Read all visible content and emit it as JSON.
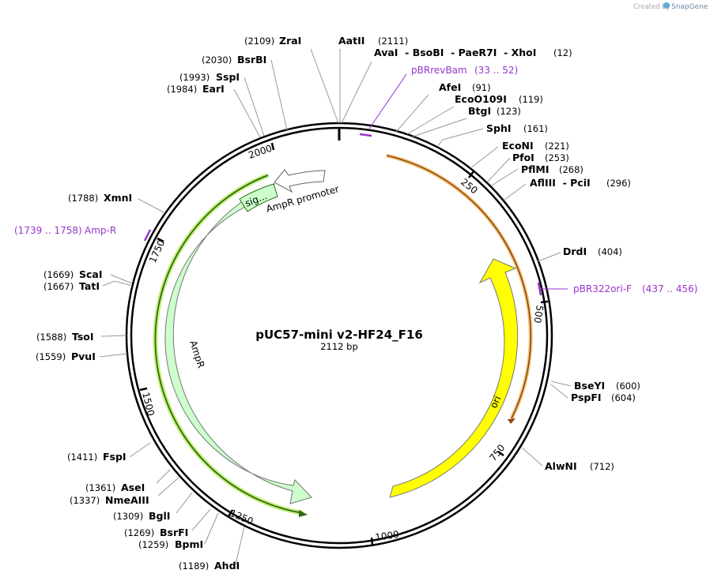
{
  "watermark": {
    "text": "Created by",
    "brand": "SnapGene"
  },
  "plasmid": {
    "name": "pUC57-mini v2-HF24_F16",
    "length_label": "2112 bp"
  },
  "ticks": [
    "250",
    "500",
    "750",
    "1000",
    "1250",
    "1500",
    "1750",
    "2000"
  ],
  "sites": [
    {
      "id": "zrai",
      "name": "ZraI",
      "pos": "(2109)"
    },
    {
      "id": "aatii",
      "name": "AatII",
      "pos": "(2111)"
    },
    {
      "id": "ava",
      "name": "AvaI  - BsoBI  - PaeR7I  - XhoI",
      "pos": "(12)"
    },
    {
      "id": "afei",
      "name": "AfeI",
      "pos": "(91)"
    },
    {
      "id": "eco109",
      "name": "EcoO109I",
      "pos": "(119)"
    },
    {
      "id": "btgi",
      "name": "BtgI",
      "pos": "(123)"
    },
    {
      "id": "sphi",
      "name": "SphI",
      "pos": "(161)"
    },
    {
      "id": "econi",
      "name": "EcoNI",
      "pos": "(221)"
    },
    {
      "id": "pfoi",
      "name": "PfoI",
      "pos": "(253)"
    },
    {
      "id": "pflmi",
      "name": "PflMI",
      "pos": "(268)"
    },
    {
      "id": "afliii",
      "name": "AflIII  - PciI",
      "pos": "(296)"
    },
    {
      "id": "drdi",
      "name": "DrdI",
      "pos": "(404)"
    },
    {
      "id": "bseyi",
      "name": "BseYI",
      "pos": "(600)"
    },
    {
      "id": "pspfi",
      "name": "PspFI",
      "pos": "(604)"
    },
    {
      "id": "alwni",
      "name": "AlwNI",
      "pos": "(712)"
    },
    {
      "id": "bsrbi",
      "name": "BsrBI",
      "pos": "(2030)"
    },
    {
      "id": "sspi",
      "name": "SspI",
      "pos": "(1993)"
    },
    {
      "id": "eari",
      "name": "EarI",
      "pos": "(1984)"
    },
    {
      "id": "xmni",
      "name": "XmnI",
      "pos": "(1788)"
    },
    {
      "id": "scai",
      "name": "ScaI",
      "pos": "(1669)"
    },
    {
      "id": "tati",
      "name": "TatI",
      "pos": "(1667)"
    },
    {
      "id": "tsoi",
      "name": "TsoI",
      "pos": "(1588)"
    },
    {
      "id": "pvui",
      "name": "PvuI",
      "pos": "(1559)"
    },
    {
      "id": "fspi",
      "name": "FspI",
      "pos": "(1411)"
    },
    {
      "id": "asei",
      "name": "AseI",
      "pos": "(1361)"
    },
    {
      "id": "nmeaiii",
      "name": "NmeAIII",
      "pos": "(1337)"
    },
    {
      "id": "bgli",
      "name": "BglI",
      "pos": "(1309)"
    },
    {
      "id": "bsrfi",
      "name": "BsrFI",
      "pos": "(1269)"
    },
    {
      "id": "bpmi",
      "name": "BpmI",
      "pos": "(1259)"
    },
    {
      "id": "ahdi",
      "name": "AhdI",
      "pos": "(1189)"
    }
  ],
  "primers": [
    {
      "id": "pbrrevbam",
      "name": "pBRrevBam",
      "range": "(33 .. 52)"
    },
    {
      "id": "pbr322ori",
      "name": "pBR322ori-F",
      "range": "(437 .. 456)"
    },
    {
      "id": "ampr",
      "name": "Amp-R",
      "range": "(1739 .. 1758)"
    }
  ],
  "features": {
    "ori": "ori",
    "ampr": "AmpR",
    "ampr_promoter": "AmpR promoter",
    "sig": "sig..."
  },
  "colors": {
    "ori": "#ffff00",
    "ampr": "#ccffcc",
    "primer": "#9933cc",
    "orf_ori": "#8b4513",
    "orf_ampr": "#2e6b12"
  }
}
